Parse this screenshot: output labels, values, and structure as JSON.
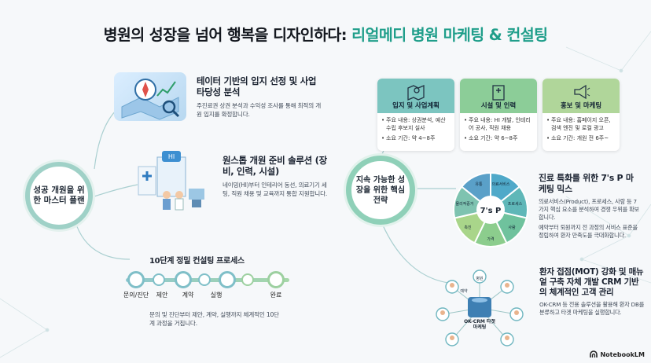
{
  "title": {
    "main": "병원의 성장을 넘어 행복을 디자인하다: ",
    "accent": "리얼메디 병원 마케팅 & 컨설팅"
  },
  "colors": {
    "accent": "#1f9e8a",
    "teal": "#5fb6b4",
    "green": "#8cc78f",
    "step": "#7fbfc8"
  },
  "hub_left": "성공 개원을 위한 마스터 플랜",
  "hub_right": "지속 가능한 성장을 위한 핵심 전략",
  "left_cards": [
    {
      "title": "테이터 기반의 입지 선정 및 사업 타당성 분석",
      "desc": "주진료권 상권 분석과 수익성 조사를 통해 최적의 개원 입지를 확정합니다.",
      "icon": "map-compass-icon"
    },
    {
      "title": "원스톱 개원 준비 솔루션 (장비, 인력, 시설)",
      "desc": "네이밍(HI)부터 인테리어 동선, 의료기기 세팅, 직원 채용 및 교육까지 통합 지원합니다.",
      "icon": "hospital-team-icon"
    }
  ],
  "process": {
    "title": "10단계 정밀 컨설팅 프로세스",
    "steps": [
      "문의/진단",
      "제안",
      "계약",
      "실행",
      "완료"
    ],
    "desc": "문의 및 진단부터 제안, 계약, 실행까지 체계적인 10단계 과정을 거칩니다."
  },
  "phases": [
    {
      "name": "입지 및 사업계획",
      "items": [
        "주요 내용: 상권분석, 예산 수립 후보지 실사",
        "소요 기간: 약 4~8주"
      ],
      "icon": "location-map-icon"
    },
    {
      "name": "시설 및 인력",
      "items": [
        "주요 내용: HI 개발, 인테리어 공사, 직원 채용",
        "소요 기간: 약 6~8주"
      ],
      "icon": "building-icon"
    },
    {
      "name": "홍보 및 마케팅",
      "items": [
        "주요 내용: 홈페이지 오픈, 검색 엔진 및 로컬 광고",
        "소요 기간: 개원 전 6주~"
      ],
      "icon": "megaphone-icon"
    }
  ],
  "sevenP": {
    "title": "진료 특화를 위한 7's P 마케팅 믹스",
    "desc1": "의료서비스(Product), 프로세스, 사람 등 7가지 핵심 요소를 분석하여 경쟁 우위를 확보합니다.",
    "desc2": "예약부터 퇴원까지 전 과정의 서비스 표준을 정립하여 환자 만족도를 극대화합니다.",
    "center": "7's P",
    "segments": [
      "의료서비스",
      "프로세스",
      "사람",
      "가격",
      "촉진",
      "물리적증거",
      "유통"
    ]
  },
  "crm": {
    "title": "환자 접점(MOT) 강화 및 매뉴얼 구축 자체 개발 CRM 기반의 체계적인 고객 관리",
    "desc": "OK-CRM 등 전용 솔루션을 활용해 환자 DB를 분류하고 타겟 마케팅을 실행합니다.",
    "center": "OK-CRM 타겟 마케팅",
    "nodes": [
      "예약",
      "병원"
    ]
  },
  "brand": "NotebookLM"
}
